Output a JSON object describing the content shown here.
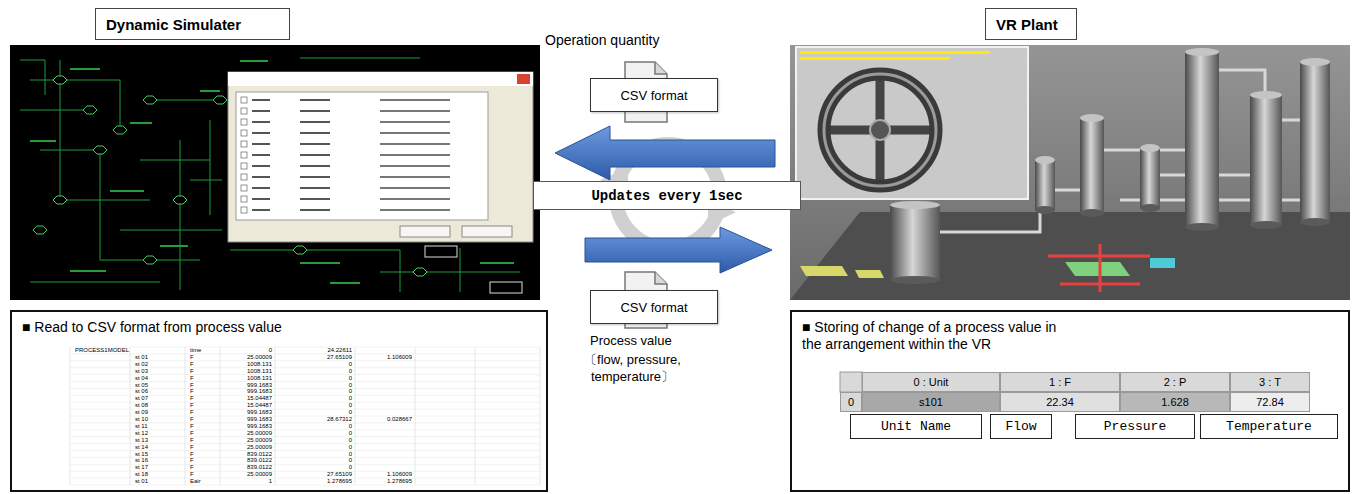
{
  "diagram": {
    "nodes": [
      {
        "text": [
          "Dynamic Simulater"
        ]
      },
      {
        "text": [
          "VR Plant"
        ]
      },
      {
        "text": [
          "CSV format"
        ]
      },
      {
        "text": [
          "Updates every 1sec"
        ]
      },
      {
        "text": [
          "CSV format"
        ]
      },
      {
        "text": [
          "■ Read to CSV format from process value"
        ]
      },
      {
        "text": [
          "■ Storing of change of a process value in the arrangement within the VR"
        ]
      },
      {
        "text": [
          "Unit Name"
        ],
        "in": 6
      },
      {
        "text": [
          "Flow"
        ],
        "in": 6
      },
      {
        "text": [
          "Pressure"
        ],
        "in": 6
      },
      {
        "text": [
          "Temperature"
        ],
        "in": 6
      }
    ],
    "labels": [
      "Operation quantity",
      "Process value",
      "〔flow, pressure, temperature〕",
      "PROCESS1MODEL",
      "time",
      "0",
      "24.22611",
      "st 01",
      "F",
      "25.00009",
      "27.65109",
      "1.106009",
      "st 02",
      "F",
      "1008.131",
      "0",
      "st 03",
      "F",
      "1008.131",
      "0",
      "st 04",
      "F",
      "1008.131",
      "0",
      "st 05",
      "F",
      "999.1683",
      "0",
      "st 06",
      "F",
      "999.1683",
      "0",
      "st 07",
      "F",
      "15.04487",
      "0",
      "st 08",
      "F",
      "15.04487",
      "0",
      "st 09",
      "F",
      "999.1683",
      "0",
      "st 10",
      "F",
      "999.1683",
      "28.67312",
      "0.028667",
      "st 11",
      "F",
      "999.1683",
      "0",
      "st 12",
      "F",
      "25.00009",
      "0",
      "st 13",
      "F",
      "25.00009",
      "0",
      "st 14",
      "F",
      "25.00009",
      "0",
      "st 15",
      "F",
      "839.0122",
      "0",
      "st 16",
      "F",
      "839.0122",
      "0",
      "st 17",
      "F",
      "839.0122",
      "0",
      "st 18",
      "F",
      "25.00009",
      "27.65109",
      "1.106009",
      "st 01",
      "Eair",
      "1",
      "1.278695",
      "1.278695",
      "0 : Unit",
      "1 : F",
      "2 : P",
      "3 : T",
      "0",
      "s101",
      "22.34",
      "1.628",
      "72.84"
    ]
  }
}
